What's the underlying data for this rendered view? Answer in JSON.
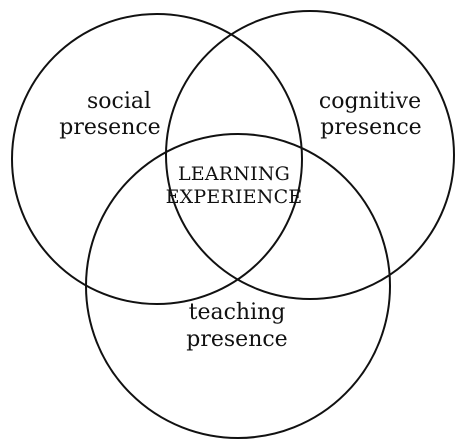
{
  "diagram": {
    "circles": [
      {
        "id": "social",
        "lines": [
          "social",
          "presence"
        ]
      },
      {
        "id": "cognitive",
        "lines": [
          "cognitive",
          "presence"
        ]
      },
      {
        "id": "teaching",
        "lines": [
          "teaching",
          "presence"
        ]
      }
    ],
    "center": {
      "lines": [
        "LEARNING",
        "EXPERIENCE"
      ]
    },
    "colors": {
      "stroke": "#111111",
      "background": "#ffffff",
      "text": "#111111"
    }
  }
}
